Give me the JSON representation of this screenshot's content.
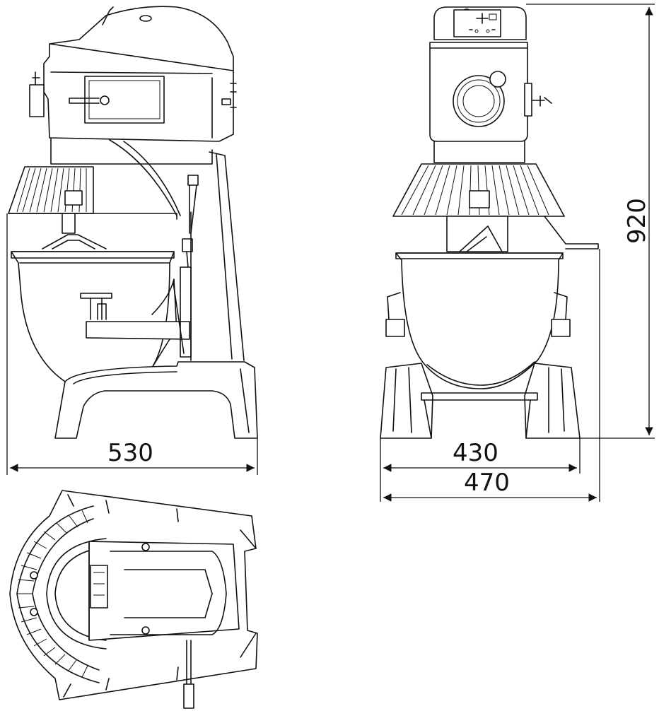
{
  "dimensions": {
    "side_width": "530",
    "inner_width": "430",
    "front_width": "470",
    "height": "920"
  },
  "colors": {
    "line": "#111111",
    "background": "#ffffff"
  }
}
